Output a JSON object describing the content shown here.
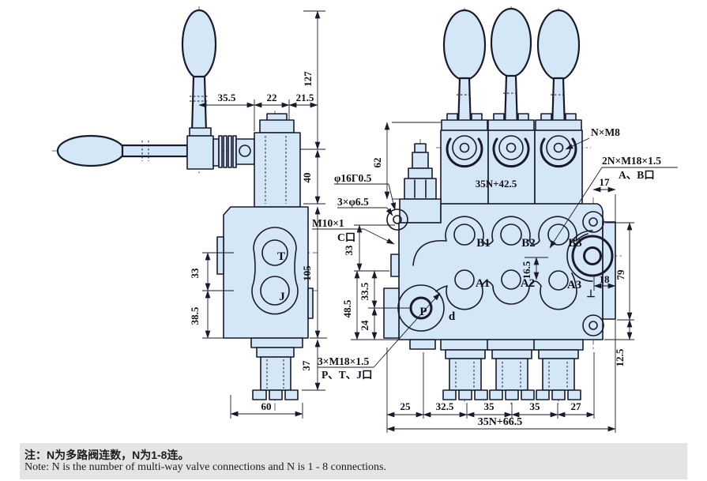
{
  "colors": {
    "body_fill": "#d3e7f7",
    "outline": "#1a1a2e",
    "note_background": "#e4e4e4"
  },
  "left_view": {
    "dims": {
      "d355": "35.5",
      "d22": "22",
      "d215": "21.5",
      "d127": "127",
      "d40": "40",
      "d105": "105",
      "d33": "33",
      "d385": "38.5",
      "d37": "37",
      "d60": "60"
    },
    "ports": {
      "t": "T",
      "j": "J"
    }
  },
  "right_view": {
    "dims": {
      "d62": "62",
      "row_pitch": "35N+42.5",
      "d17": "17",
      "d165": "16.5",
      "d18": "18",
      "d79": "79",
      "d125": "12.5",
      "d33": "33",
      "d335": "33.5",
      "d485": "48.5",
      "d24": "24",
      "d25": "25",
      "d325": "32.5",
      "d35a": "35",
      "d35b": "35",
      "d27": "27",
      "total": "35N+66.5"
    },
    "labels": {
      "nxm8": "N×M8",
      "m18x2": "2N×M18×1.5",
      "ab_port": "A、B口",
      "phi16": "φ16Γ0.5",
      "phi65": "3×φ6.5",
      "m10": "M10×1",
      "c_port": "C口",
      "m18x3": "3×M18×1.5",
      "ptj_port": "P、T、J口",
      "perp": "⊥"
    },
    "ports": {
      "b1": "B1",
      "b2": "B2",
      "b3": "B3",
      "a1": "A1",
      "a2": "A2",
      "a3": "A3",
      "p": "P",
      "d": "d"
    }
  },
  "note": {
    "zh": "注：N为多路阀连数，N为1-8连。",
    "en": "Note: N is the number of multi-way valve connections and N is 1 - 8 connections."
  }
}
